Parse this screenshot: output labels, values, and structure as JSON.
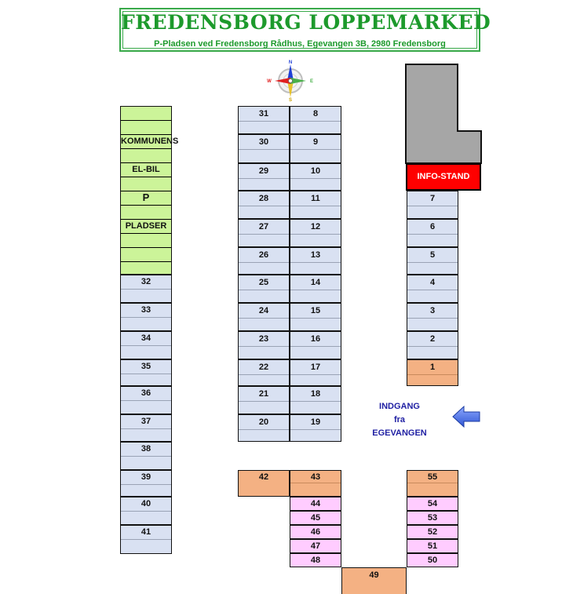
{
  "header": {
    "title": "FREDENSBORG LOPPEMARKED",
    "subtitle": "P-Pladsen ved Fredensborg Rådhus, Egevangen 3B, 2980 Fredensborg"
  },
  "compass": {
    "n": "N",
    "s": "S",
    "e": "E",
    "w": "W"
  },
  "parking": {
    "label_1": "KOMMUNENS",
    "label_2": "EL-BIL",
    "label_3": "P",
    "label_4": "PLADSER"
  },
  "stalls": {
    "1": "1",
    "2": "2",
    "3": "3",
    "4": "4",
    "5": "5",
    "6": "6",
    "7": "7",
    "8": "8",
    "9": "9",
    "10": "10",
    "11": "11",
    "12": "12",
    "13": "13",
    "14": "14",
    "15": "15",
    "16": "16",
    "17": "17",
    "18": "18",
    "19": "19",
    "20": "20",
    "21": "21",
    "22": "22",
    "23": "23",
    "24": "24",
    "25": "25",
    "26": "26",
    "27": "27",
    "28": "28",
    "29": "29",
    "30": "30",
    "31": "31",
    "32": "32",
    "33": "33",
    "34": "34",
    "35": "35",
    "36": "36",
    "37": "37",
    "38": "38",
    "39": "39",
    "40": "40",
    "41": "41",
    "42": "42",
    "43": "43",
    "44": "44",
    "45": "45",
    "46": "46",
    "47": "47",
    "48": "48",
    "49": "49",
    "50": "50",
    "51": "51",
    "52": "52",
    "53": "53",
    "54": "54",
    "55": "55"
  },
  "info_stand": "INFO-STAND",
  "entrance": {
    "line1": "INDGANG",
    "line2": "fra",
    "line3": "EGEVANGEN"
  },
  "colors": {
    "standard_stall": "#d9e1f2",
    "parking_area": "#ccf499",
    "highlight_stall": "#f4b183",
    "pink_stall": "#ffccff",
    "info_stand": "#ff0000",
    "building": "#a6a6a6",
    "title_green": "#1d9a2c",
    "entrance_text": "#1f1fa3"
  }
}
